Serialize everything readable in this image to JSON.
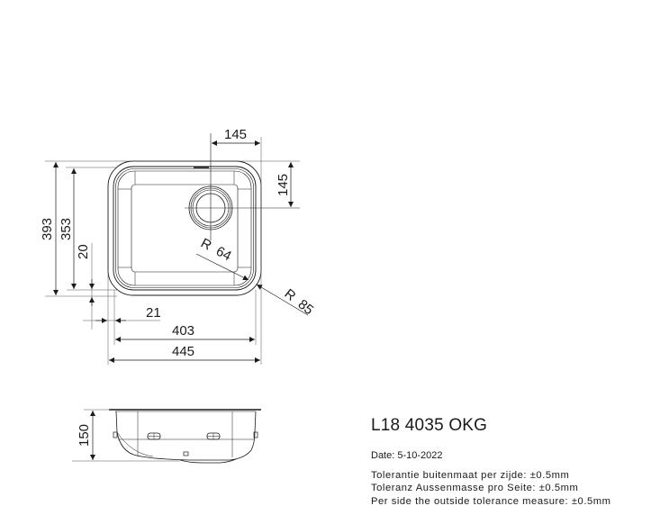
{
  "product": {
    "model": "L18 4035 OKG",
    "date_label": "Date: 5-10-2022",
    "tolerances": [
      "Tolerantie buitenmaat per zijde: ±0.5mm",
      "Toleranz Aussenmasse pro Seite: ±0.5mm",
      "Per side the outside tolerance measure: ±0.5mm"
    ]
  },
  "top_view": {
    "dimensions": {
      "drain_offset_x": "145",
      "drain_offset_y": "145",
      "outer_depth": "393",
      "inner_depth": "353",
      "edge_offset_y": "20",
      "edge_offset_x": "21",
      "inner_width": "403",
      "outer_width": "445",
      "inner_radius": "R  64",
      "outer_radius": "R  85"
    }
  },
  "side_view": {
    "dimensions": {
      "height": "150"
    }
  },
  "colors": {
    "line": "#1a1a1a",
    "light_line": "#777777",
    "background": "#ffffff"
  }
}
